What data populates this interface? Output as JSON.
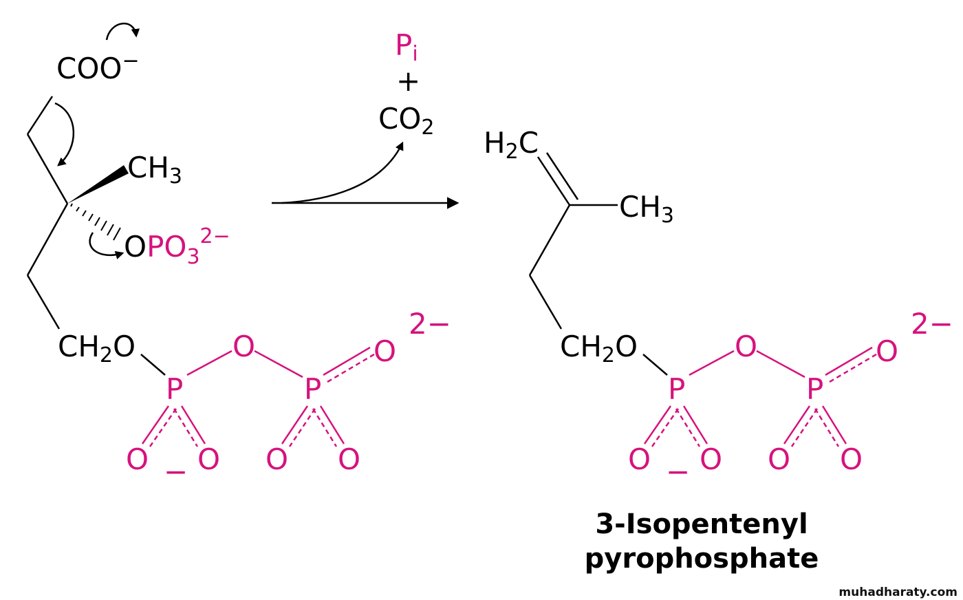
{
  "colors": {
    "phosphate": "#d6127d",
    "structure": "#000000"
  },
  "substrate": {
    "carboxylate": "COO",
    "carboxylate_charge": "−",
    "methyl_C": "CH",
    "methyl_sub": "3",
    "phospho_O": "O",
    "phospho_P": "PO",
    "phospho_sub": "3",
    "phospho_charge": "2−",
    "ch2o_1": "CH",
    "ch2o_sub": "2",
    "ch2o_2": "O"
  },
  "byproducts": {
    "pi_P": "P",
    "pi_sub": "i",
    "plus": "+",
    "co2_main": "CO",
    "co2_sub": "2"
  },
  "product": {
    "h2c_H": "H",
    "h2c_sub": "2",
    "h2c_C": "C",
    "methyl_C": "CH",
    "methyl_sub": "3",
    "ch2o_1": "CH",
    "ch2o_sub": "2",
    "ch2o_2": "O",
    "name_line1": "3-Isopentenyl",
    "name_line2": "pyrophosphate"
  },
  "pyrophosphate": {
    "P": "P",
    "O": "O",
    "minus": "−",
    "charge": "2−"
  },
  "watermark": "muhadharaty.com"
}
